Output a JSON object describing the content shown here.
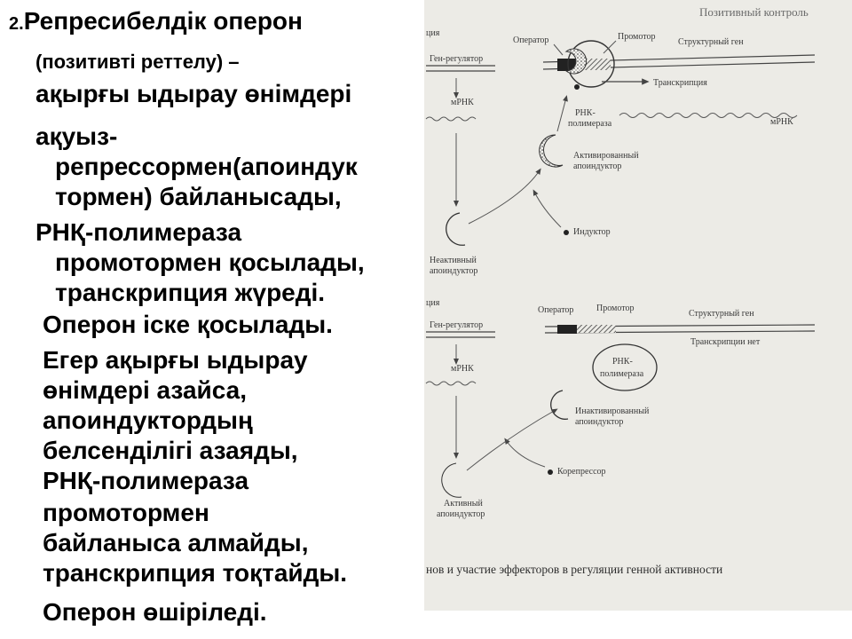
{
  "text": {
    "heading_num": "2.",
    "heading": "Репресибелдік оперон",
    "l2": "(позитивті реттелу) –",
    "l3": "ақырғы ыдырау өнімдері",
    "l4": "ақуыз-",
    "l5": "репрессормен(апоиндук",
    "l6": "тормен) байланысады,",
    "l7": "РНҚ-полимераза",
    "l8": "промотормен қосылады,",
    "l9": "транскрипция жүреді.",
    "l10": "Оперон іске қосылады.",
    "l11": "Егер ақырғы ыдырау",
    "l12": "өнімдері азайса,",
    "l13": "апоиндуктордың",
    "l14": "белсенділігі азаяды,",
    "l15": "РНҚ-полимераза",
    "l16": "промотормен",
    "l17": "байланыса алмайды,",
    "l18": "транскрипция тоқтайды.",
    "l19": "Оперон өшіріледі."
  },
  "diagram": {
    "title": "Позитивный контроль",
    "edge_top": "ция",
    "edge_mid": "ция",
    "top": {
      "operator": "Оператор",
      "promoter": "Промотор",
      "structural_gene": "Структурный ген",
      "regulator_gene": "Ген-регулятор",
      "transcription": "Транскрипция",
      "mrna_left": "мРНК",
      "mrna_right": "мРНК",
      "rna_pol_1": "РНК-",
      "rna_pol_2": "полимераза",
      "activated_1": "Активированный",
      "activated_2": "апоиндуктор",
      "inducer": "Индуктор",
      "inactive_1": "Неактивный",
      "inactive_2": "апоиндуктор"
    },
    "bottom": {
      "operator": "Оператор",
      "promoter": "Промотор",
      "structural_gene": "Структурный ген",
      "regulator_gene": "Ген-регулятор",
      "no_transcription": "Транскрипции нет",
      "mrna": "мРНК",
      "rna_pol_1": "РНК-",
      "rna_pol_2": "полимераза",
      "inactivated_1": "Инактивированный",
      "inactivated_2": "апоиндуктор",
      "corepressor": "Корепрессор",
      "active_1": "Активный",
      "active_2": "апоиндуктор"
    },
    "caption": "нов и участие эффекторов в регуляции генной активности"
  }
}
